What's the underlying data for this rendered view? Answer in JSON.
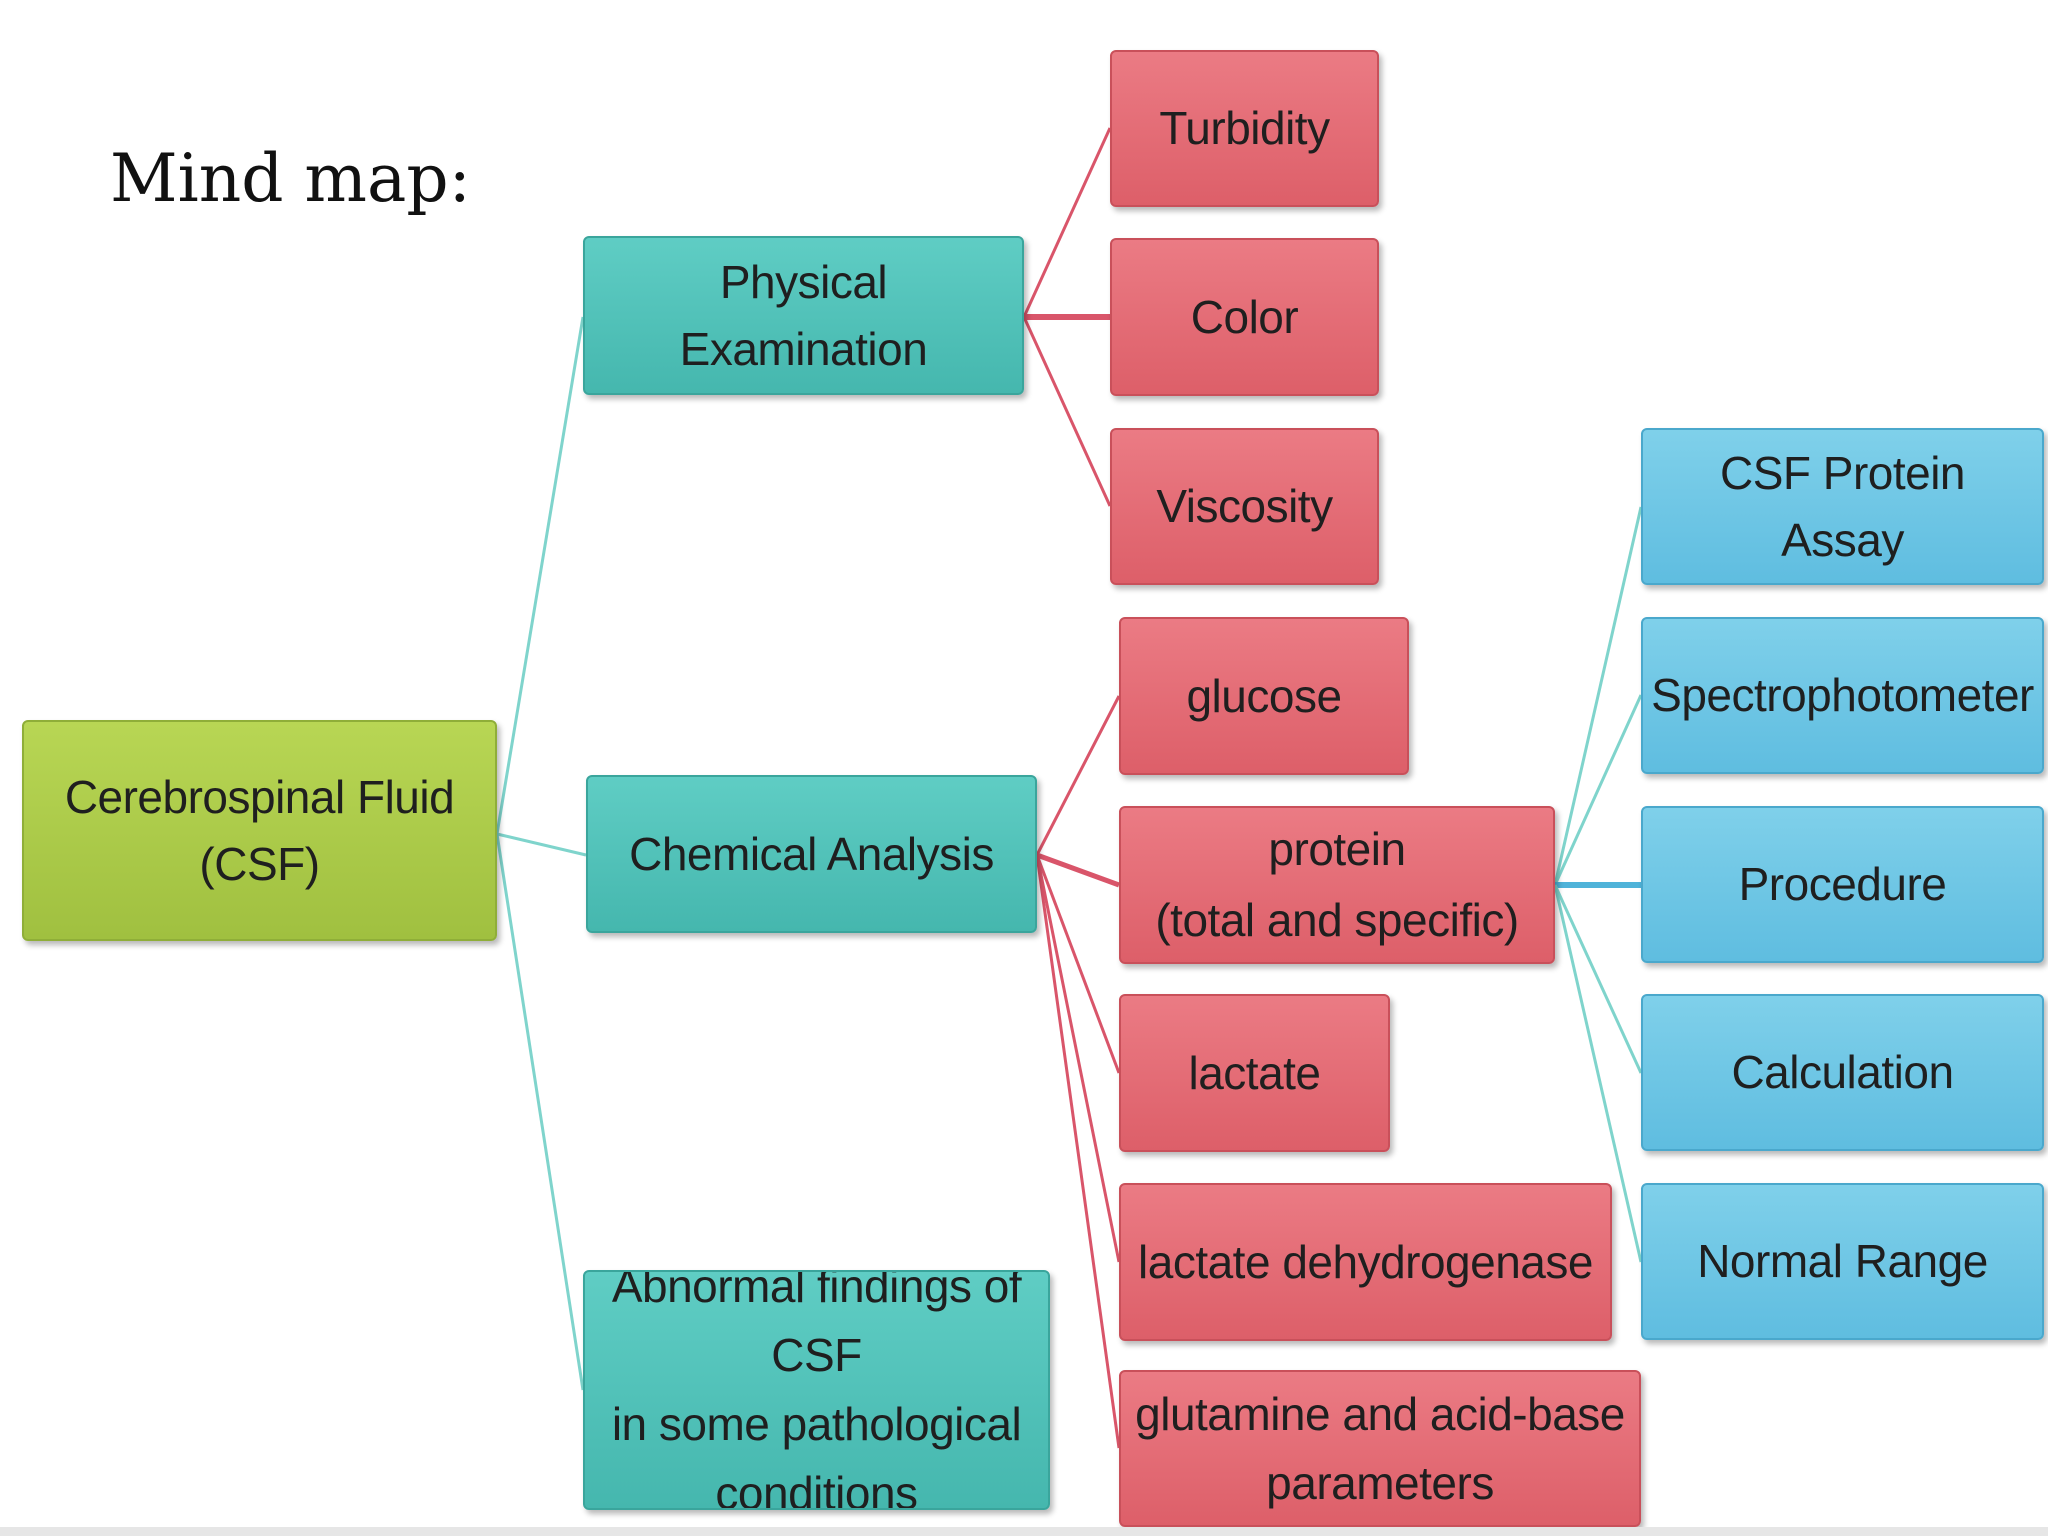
{
  "title": "Mind map:",
  "colors": {
    "root": "#a9c94a",
    "level1": "#4fc1b8",
    "level2": "#e56b74",
    "level3": "#6cc6e5",
    "link_teal": "#7fd4cc",
    "link_red": "#d9556a",
    "link_blue": "#4fb3d9"
  },
  "mindmap": {
    "root": {
      "label": "Cerebrospinal Fluid\n(CSF)"
    },
    "branches": [
      {
        "label": "Physical Examination",
        "children": [
          "Turbidity",
          "Color",
          "Viscosity"
        ]
      },
      {
        "label": "Chemical Analysis",
        "children": [
          "glucose",
          "protein\n(total and specific)",
          "lactate",
          "lactate dehydrogenase",
          "glutamine and acid-base\nparameters"
        ]
      },
      {
        "label": "Abnormal findings of CSF\nin some pathological\nconditions",
        "children": []
      }
    ],
    "protein_details": [
      "CSF Protein Assay",
      "Spectrophotometer",
      "Procedure",
      "Calculation",
      "Normal Range"
    ]
  }
}
